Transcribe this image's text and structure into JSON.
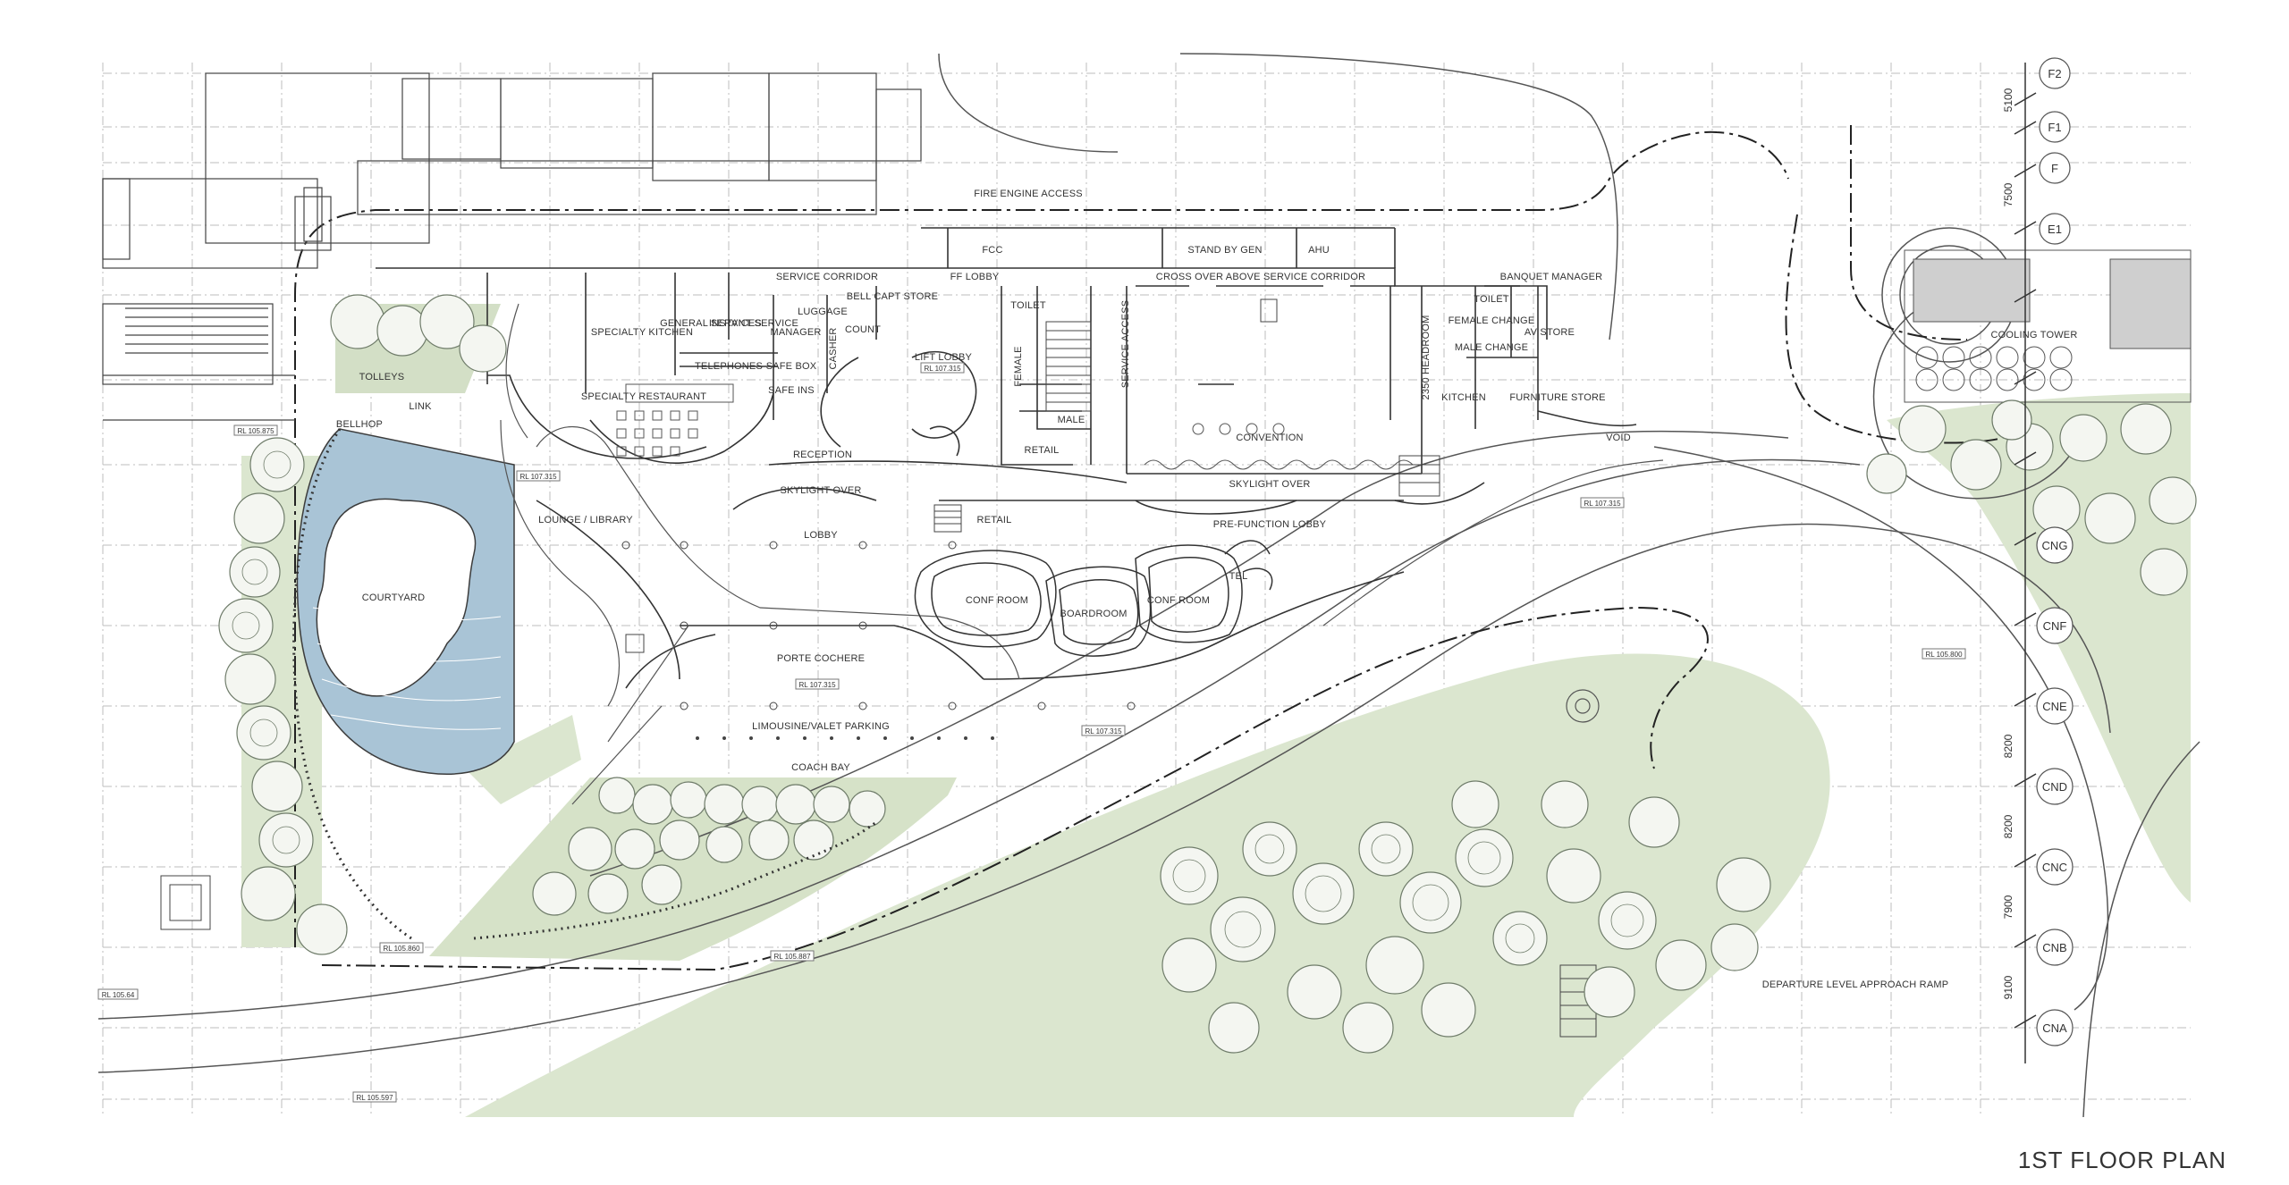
{
  "title": "1ST FLOOR PLAN",
  "colors": {
    "line": "#3c3c3c",
    "grid": "#b8b8b8",
    "lawn": "#dbe6cf",
    "water": "#a9c4d6",
    "tree": "#6f7c6a",
    "tag_border": "#777777"
  },
  "rooms": {
    "fire_engine_access": "FIRE ENGINE ACCESS",
    "fcc": "FCC",
    "ff_lobby": "FF LOBBY",
    "service_corridor": "SERVICE CORRIDOR",
    "stand_by_gen": "STAND BY GEN",
    "ahu": "AHU",
    "cross_over": "CROSS OVER ABOVE SERVICE CORRIDOR",
    "banquet_manager": "BANQUET MANAGER",
    "specialty_kitchen": "SPECIALTY KITCHEN",
    "general_services": "GENERAL SERVICES",
    "instant_service": "INSTANT SERVICE",
    "luggage": "LUGGAGE",
    "manager": "MANAGER",
    "bell_capt_store": "BELL CAPT STORE",
    "count": "COUNT",
    "toilet_1": "TOILET",
    "toilet_2": "TOILET",
    "female_change": "FEMALE CHANGE",
    "male_change": "MALE CHANGE",
    "av_store": "AV STORE",
    "casher": "CASHER",
    "telephones": "TELEPHONES",
    "safe_box": "SAFE BOX",
    "safe_ins": "SAFE INS",
    "lift_lobby": "LIFT LOBBY",
    "female": "FEMALE",
    "male": "MALE",
    "service_access": "SERVICE ACCESS",
    "headroom": "2350 HEADROOM",
    "kitchen": "KITCHEN",
    "furniture_store": "FURNITURE STORE",
    "tolleys": "TOLLEYS",
    "link": "LINK",
    "specialty_restaurant": "SPECIALTY RESTAURANT",
    "bellhop": "BELLHOP",
    "reception": "RECEPTION",
    "retail_1": "RETAIL",
    "retail_2": "RETAIL",
    "convention": "CONVENTION",
    "void": "VOID",
    "skylight_over_1": "SKYLIGHT OVER",
    "skylight_over_2": "SKYLIGHT OVER",
    "lounge_library": "LOUNGE / LIBRARY",
    "lobby": "LOBBY",
    "pre_function_lobby": "PRE-FUNCTION LOBBY",
    "tel": "TEL",
    "courtyard": "COURTYARD",
    "conf_room_1": "CONF ROOM",
    "boardroom": "BOARDROOM",
    "conf_room_2": "CONF ROOM",
    "porte_cochere": "PORTE COCHERE",
    "limousine_valet": "LIMOUSINE/VALET PARKING",
    "coach_bay": "COACH BAY",
    "cooling_tower": "COOLING TOWER",
    "departure_ramp": "DEPARTURE LEVEL APPROACH RAMP"
  },
  "levels": {
    "rl_1": "RL 105.875",
    "rl_2": "RL 107.315",
    "rl_3": "RL 107.315",
    "rl_4": "RL 107.315",
    "rl_5": "RL 107.315",
    "rl_6": "RL 107.315",
    "rl_7": "RL 105.800",
    "rl_8": "RL 105.860",
    "rl_9": "RL 105.887",
    "rl_10": "RL 105.64",
    "rl_11": "RL 105.597"
  },
  "grid_axes": [
    "F2",
    "F1",
    "F",
    "E1",
    "CNG",
    "CNF",
    "CNE",
    "CND",
    "CNC",
    "CNB",
    "CNA"
  ],
  "dimensions": [
    "5100",
    "7500",
    "8200",
    "8200",
    "7900",
    "9100"
  ]
}
